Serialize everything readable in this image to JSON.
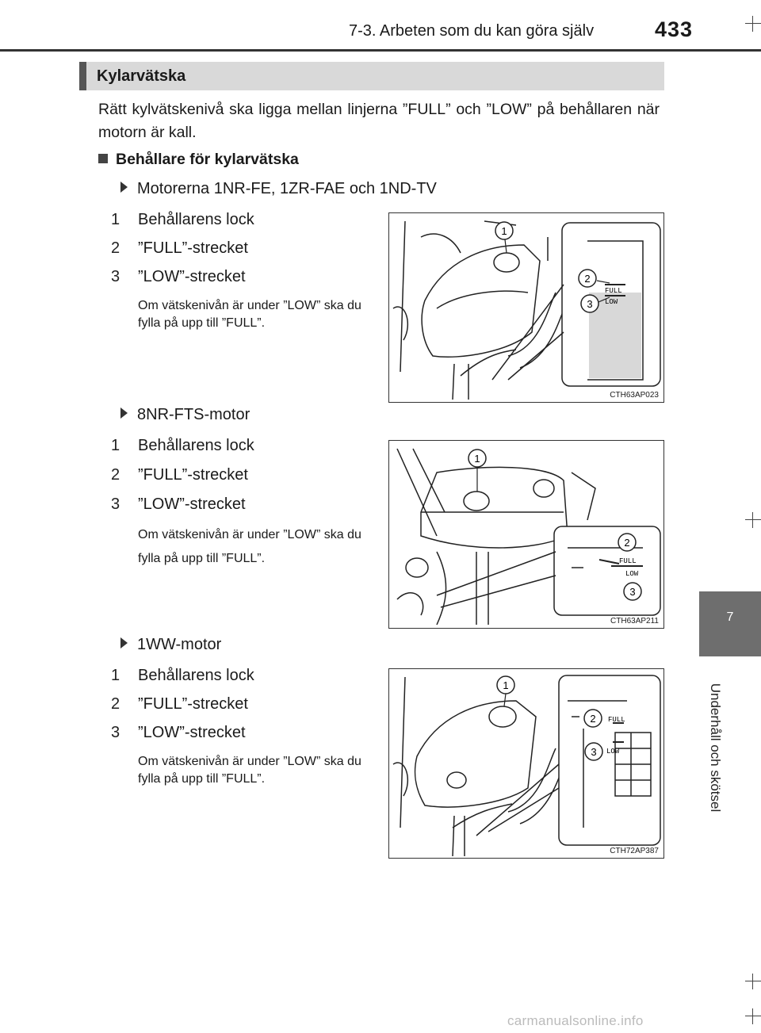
{
  "header": {
    "section": "7-3. Arbeten som du kan göra själv",
    "page": "433"
  },
  "side_tab": {
    "number": "7",
    "label": "Underhåll och skötsel"
  },
  "section_title": "Kylarvätska",
  "intro": "Rätt kylvätskenivå ska ligga mellan linjerna ”FULL” och ”LOW” på behållaren när motorn är kall.",
  "subheading": "Behållare för kylarvätska",
  "blocks": [
    {
      "engine": "Motorerna 1NR-FE, 1ZR-FAE och 1ND-TV",
      "items": [
        {
          "num": "1",
          "text": "Behållarens lock"
        },
        {
          "num": "2",
          "text": "”FULL”-strecket"
        },
        {
          "num": "3",
          "text": "”LOW”-strecket"
        }
      ],
      "note": "Om vätskenivån är under ”LOW” ska du fylla på upp till ”FULL”.",
      "figure": {
        "code": "CTH63AP023",
        "full": "FULL",
        "low": "LOW",
        "c1": "1",
        "c2": "2",
        "c3": "3"
      }
    },
    {
      "engine": "8NR-FTS-motor",
      "items": [
        {
          "num": "1",
          "text": "Behållarens lock"
        },
        {
          "num": "2",
          "text": "”FULL”-strecket"
        },
        {
          "num": "3",
          "text": "”LOW”-strecket"
        }
      ],
      "note": "Om vätskenivån är under ”LOW” ska du fylla på upp till ”FULL”.",
      "figure": {
        "code": "CTH63AP211",
        "full": "FULL",
        "low": "LOW",
        "c1": "1",
        "c2": "2",
        "c3": "3"
      }
    },
    {
      "engine": "1WW-motor",
      "items": [
        {
          "num": "1",
          "text": "Behållarens lock"
        },
        {
          "num": "2",
          "text": "”FULL”-strecket"
        },
        {
          "num": "3",
          "text": "”LOW”-strecket"
        }
      ],
      "note": "Om vätskenivån är under ”LOW” ska du fylla på upp till ”FULL”.",
      "figure": {
        "code": "CTH72AP387",
        "full": "FULL",
        "low": "LOW",
        "c1": "1",
        "c2": "2",
        "c3": "3"
      }
    }
  ],
  "watermark": "carmanualsonline.info"
}
